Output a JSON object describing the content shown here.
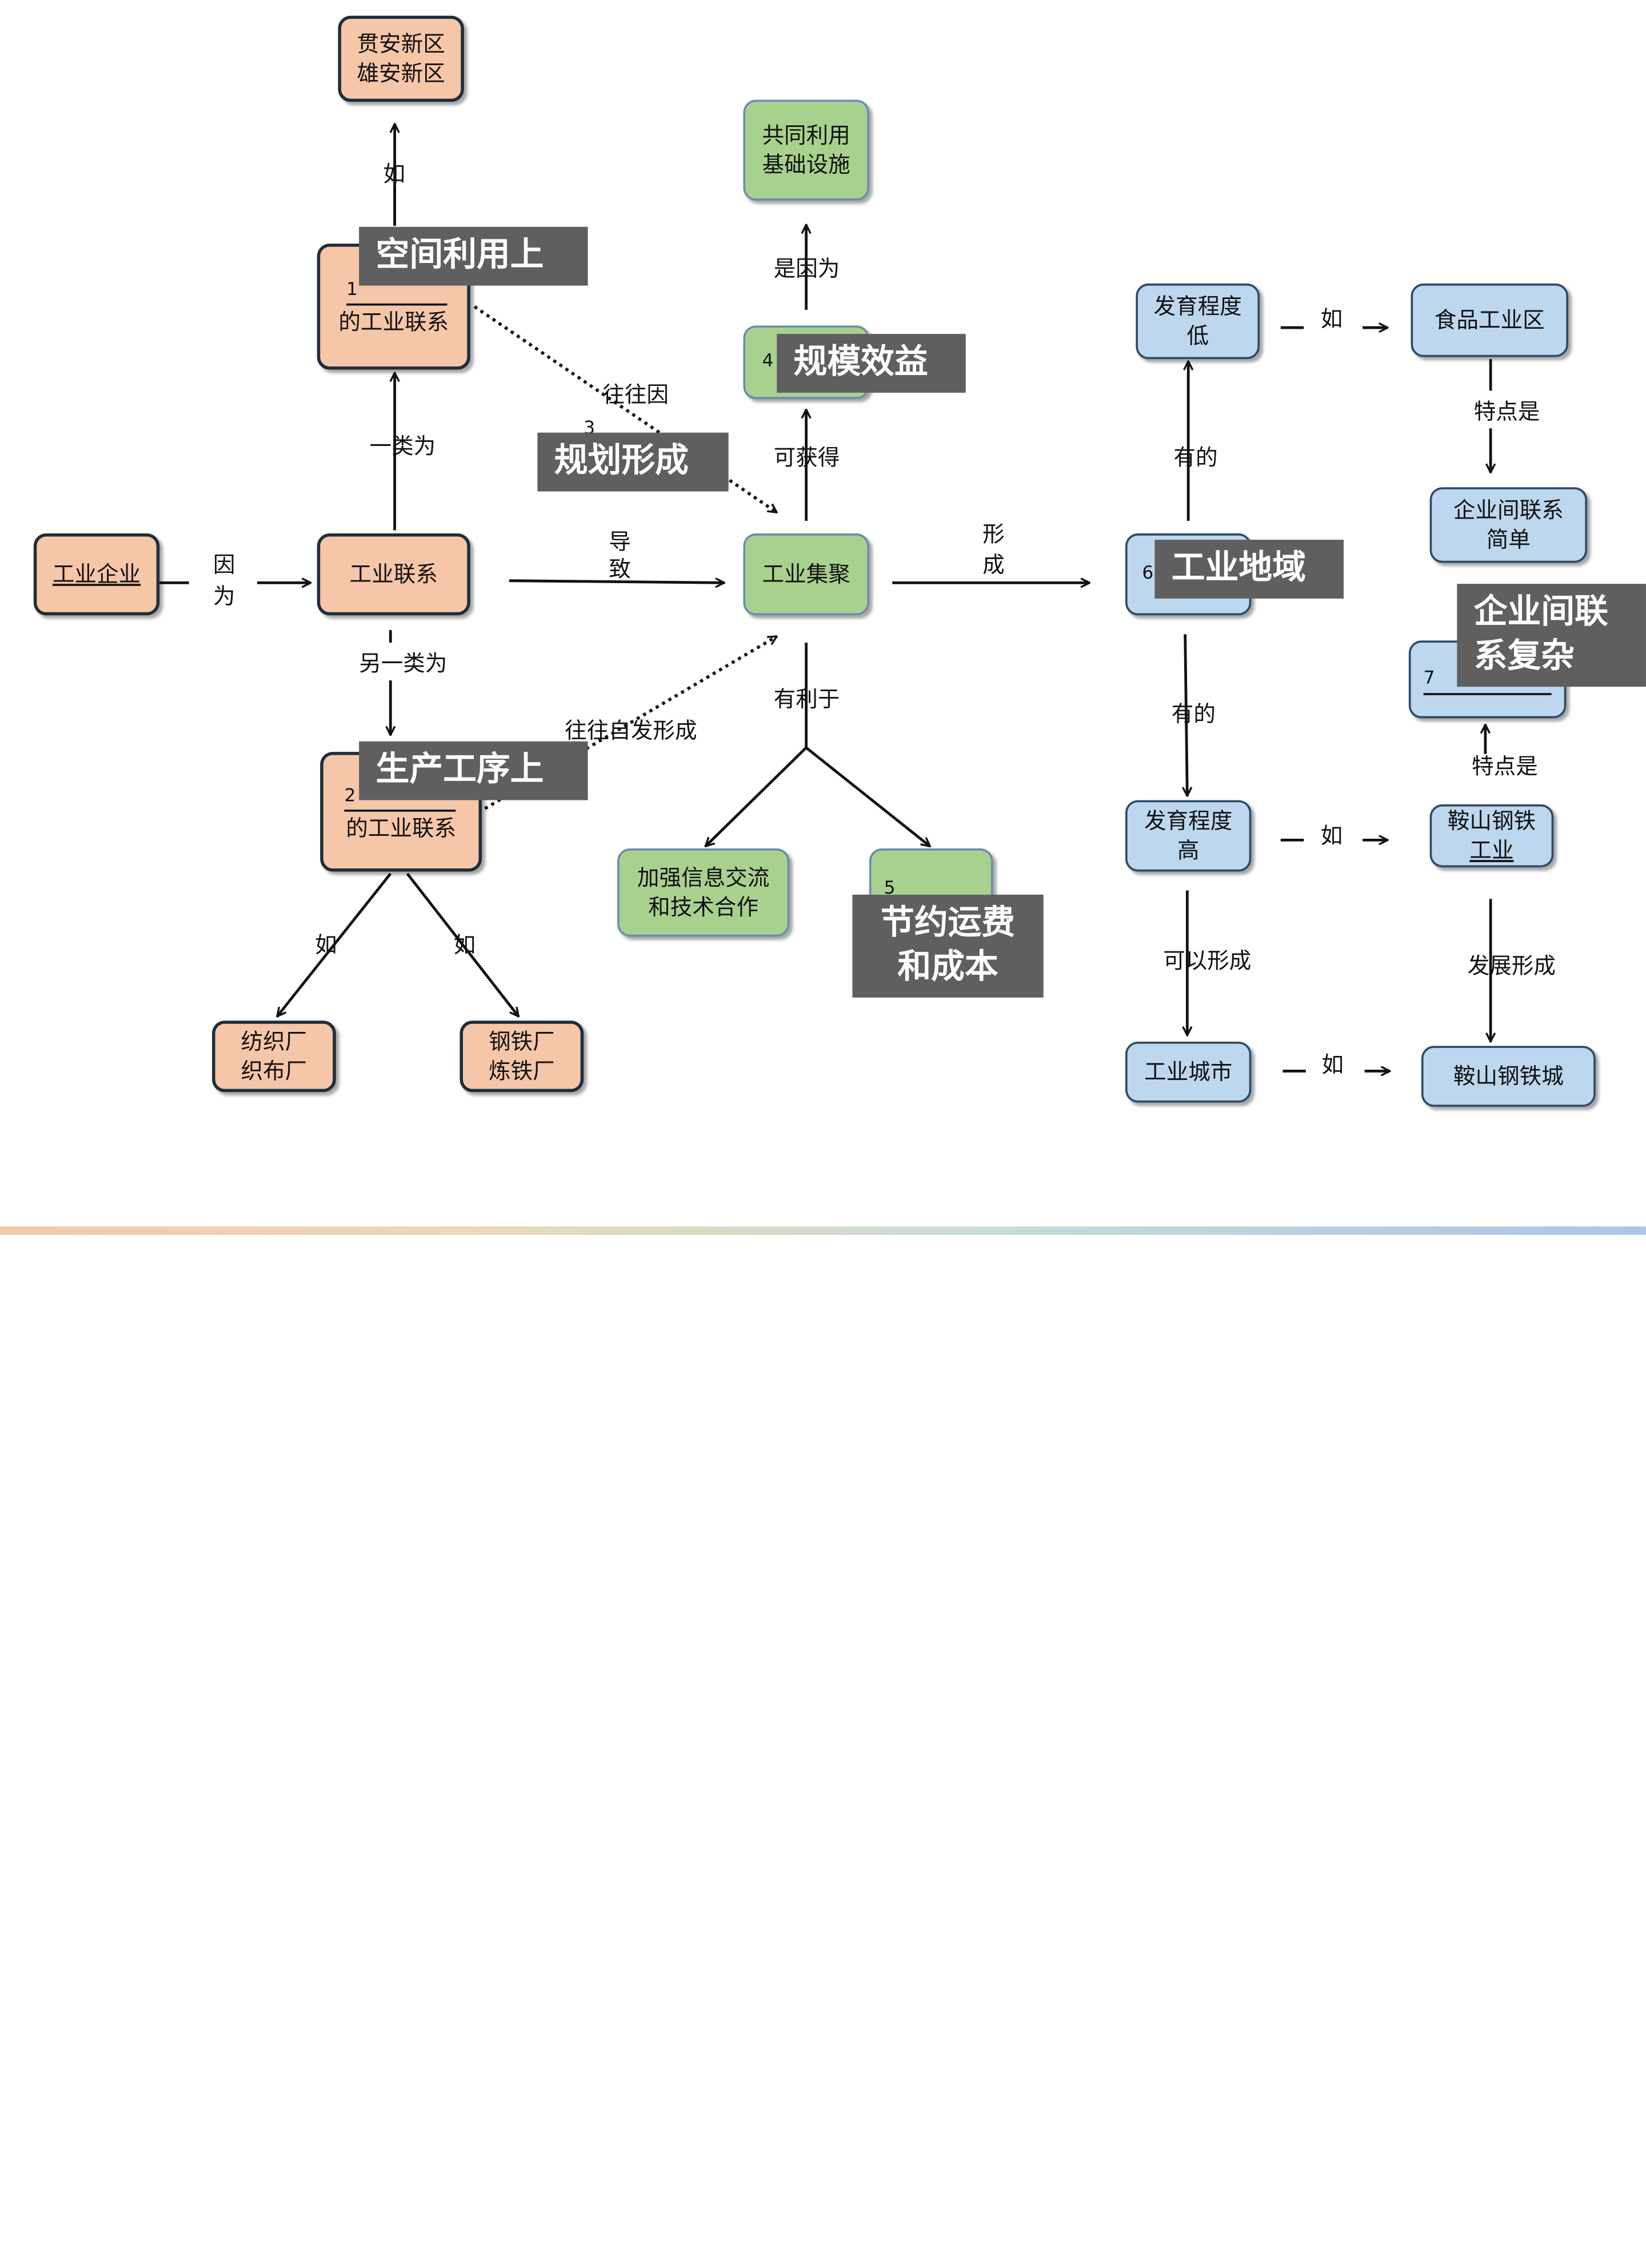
{
  "nodes": {
    "xiongan": [
      "贯安新区",
      "雄安新区"
    ],
    "spatial_link": "的工业联系",
    "industrial_enterprise": "工业企业",
    "industrial_link": "工业联系",
    "process_link": "的工业联系",
    "textile": [
      "纺织厂",
      "织布厂"
    ],
    "steel_plant": [
      "钢铁厂",
      "炼铁厂"
    ],
    "shared_infra": [
      "共同利用",
      "基础设施"
    ],
    "industrial_cluster": "工业集聚",
    "info_exchange": [
      "加强信息交流",
      "和技术合作"
    ],
    "low_dev": [
      "发育程度",
      "低"
    ],
    "food_zone": "食品工业区",
    "simple_link": [
      "企业间联系",
      "简单"
    ],
    "high_dev": [
      "发育程度",
      "高"
    ],
    "anshan_industry": [
      "鞍山钢铁",
      "工业"
    ],
    "industrial_city": "工业城市",
    "anshan_city": "鞍山钢铁城"
  },
  "blank_numbers": {
    "b1": "1",
    "b2": "2",
    "b3": "3",
    "b4": "4",
    "b5": "5",
    "b6": "6",
    "b7": "7"
  },
  "edge_labels": {
    "ru_top": "如",
    "yilei": "一类为",
    "yin": "因",
    "wei": "为",
    "linglei": "另一类为",
    "ru_left": "如",
    "ru_right": "如",
    "wangwang_yin": "往往因",
    "dao": "导",
    "zhi": "致",
    "wangwang_zifa": "往往自发形成",
    "shi_yinwei": "是因为",
    "ke_huode": "可获得",
    "you_liyu": "有利于",
    "xing": "形",
    "cheng": "成",
    "youde_top": "有的",
    "youde_bottom": "有的",
    "keyi_xingcheng": "可以形成",
    "ru_low": "如",
    "tedian_top": "特点是",
    "ru_high": "如",
    "tedian_bottom": "特点是",
    "fazhan_xingcheng": "发展形成",
    "ru_city": "如"
  },
  "overlays": {
    "space_use": "空间利用上",
    "planning": "规划形成",
    "production": "生产工序上",
    "scale_benefit": "规模效益",
    "save_cost": [
      "节约运费",
      "和成本"
    ],
    "industrial_region": "工业地域",
    "complex_link": [
      "企业间联",
      "系复杂"
    ]
  },
  "colors": {
    "orange_fill": "#f6c6a8",
    "green_fill": "#a9d18e",
    "blue_fill": "#bdd7ee",
    "overlay_fill": "#5f5f5f"
  }
}
